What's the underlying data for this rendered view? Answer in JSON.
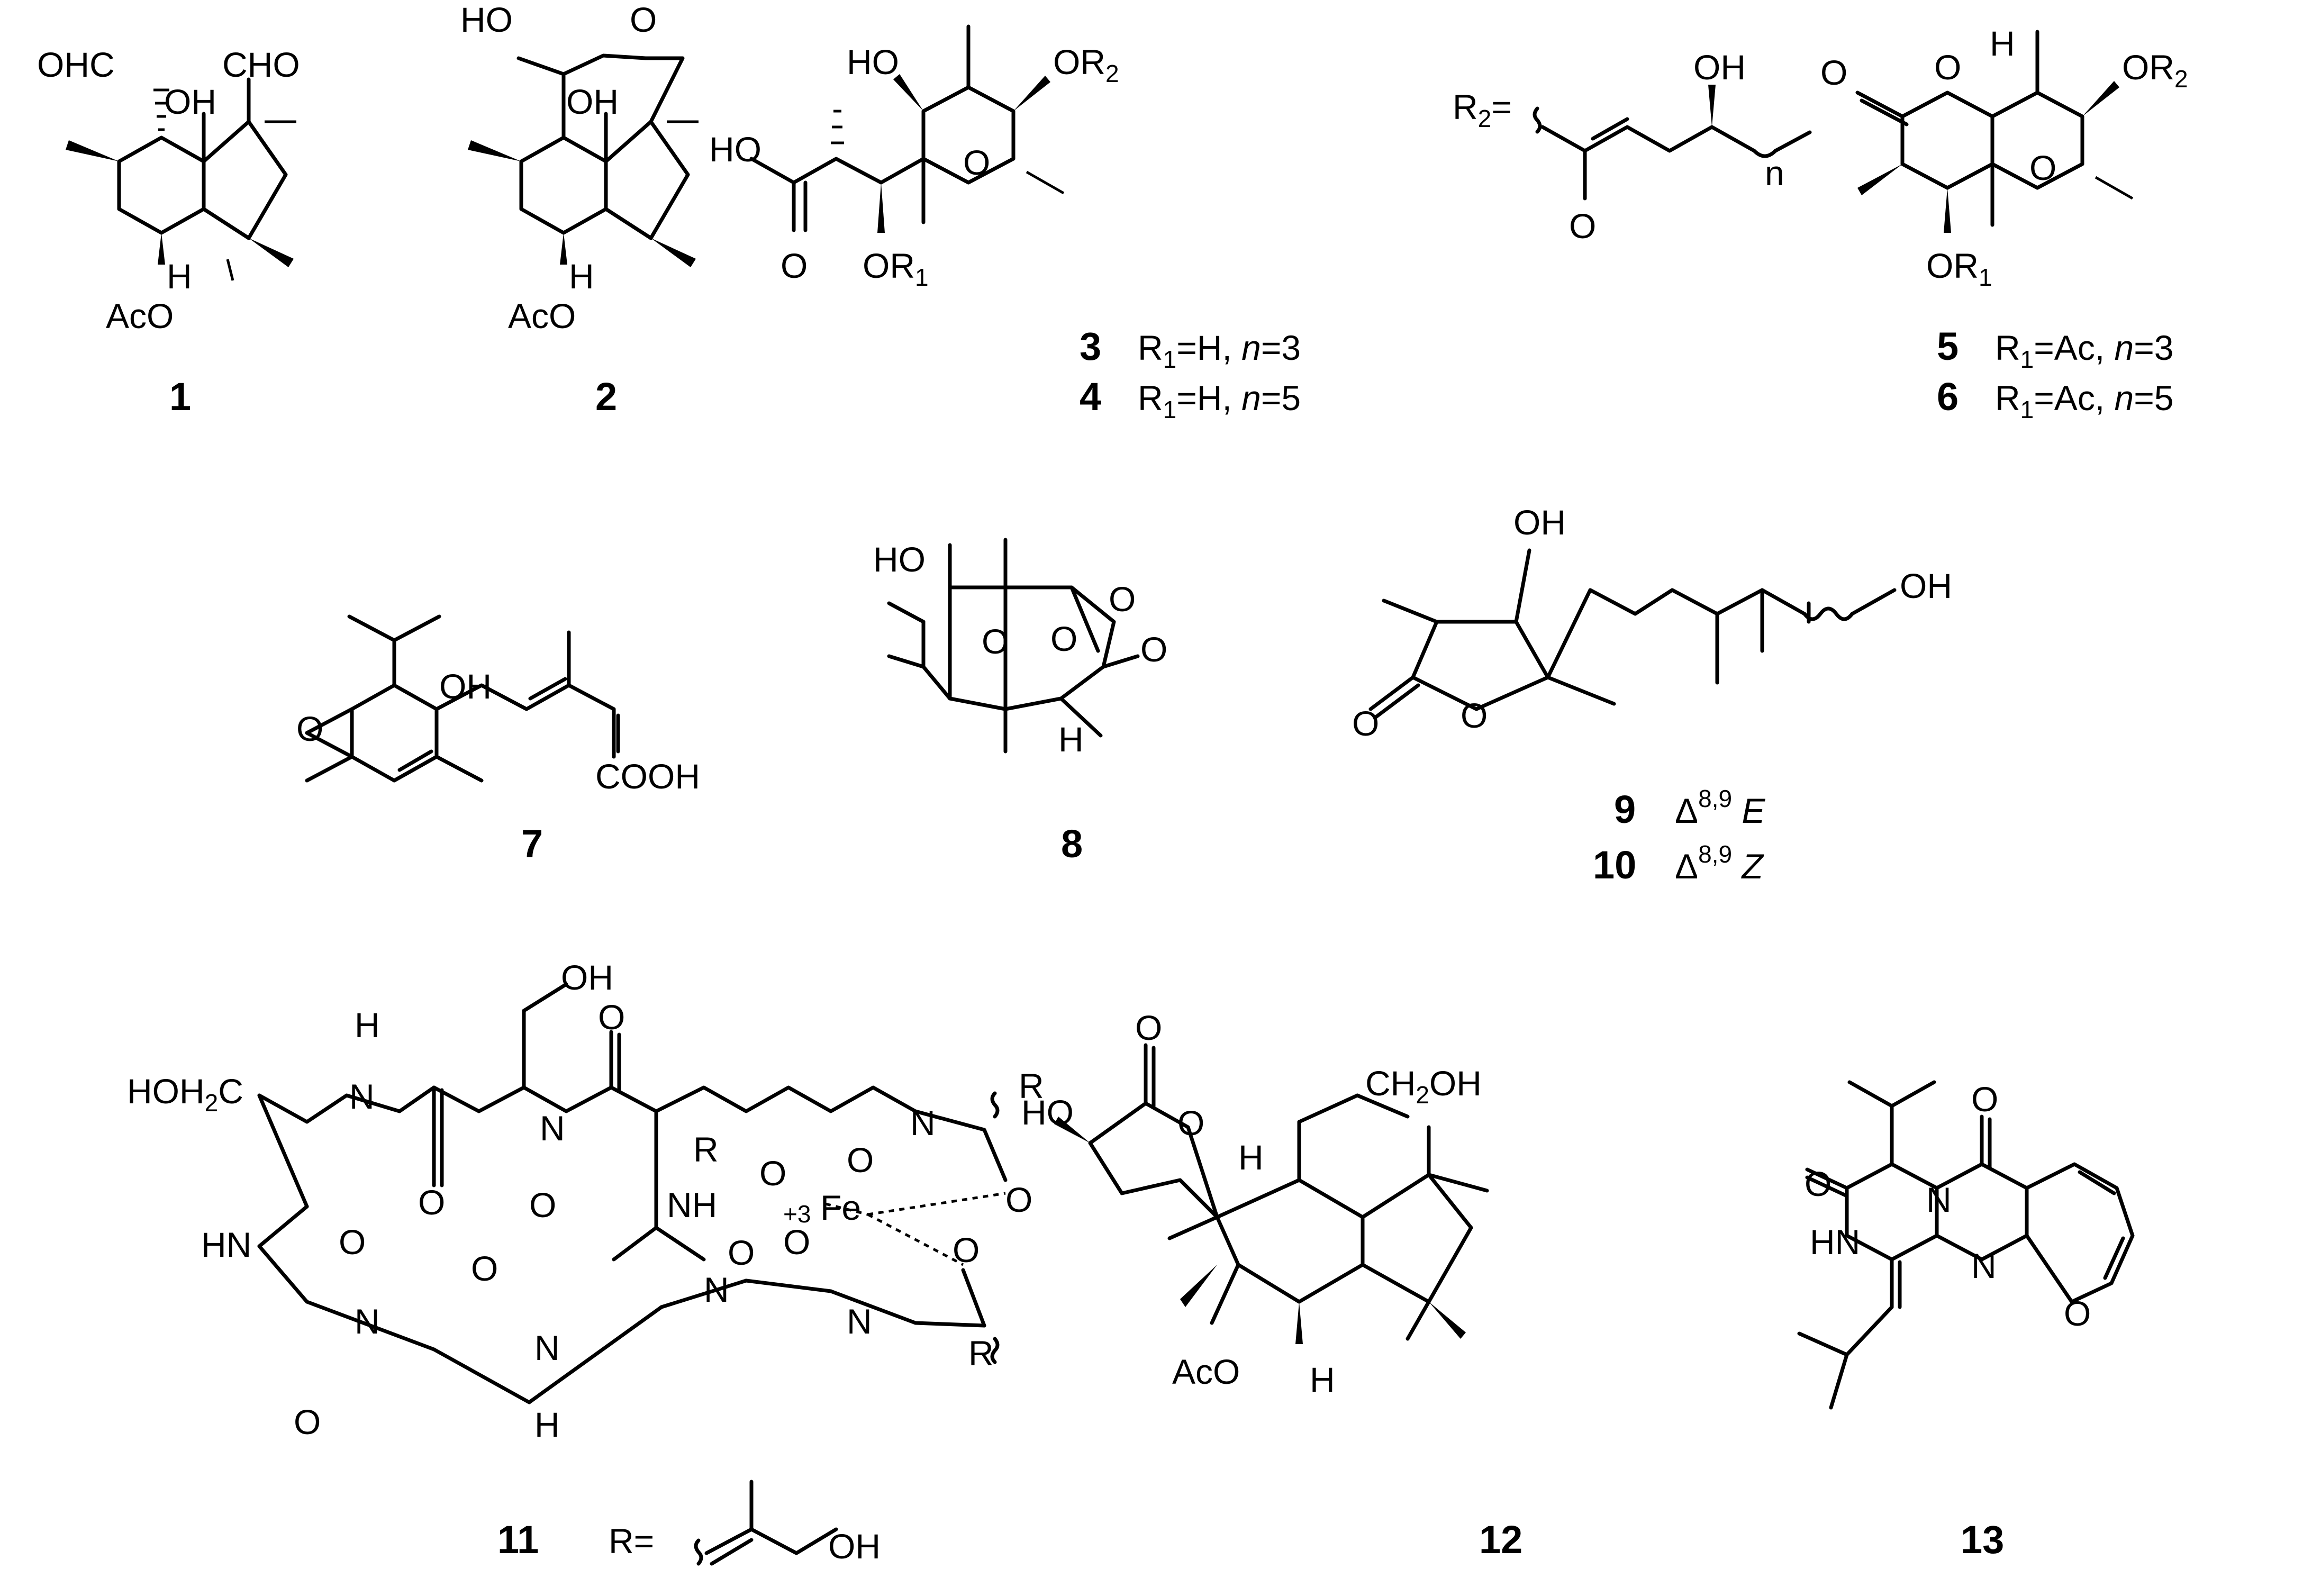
{
  "compounds": [
    {
      "number": "1",
      "caption": ""
    },
    {
      "number": "2",
      "caption": ""
    },
    {
      "number": "3",
      "caption": "R1=H, n=3"
    },
    {
      "number": "4",
      "caption": "R1=H, n=5"
    },
    {
      "number": "5",
      "caption": "R1=Ac, n=3"
    },
    {
      "number": "6",
      "caption": "R1=Ac, n=5"
    },
    {
      "number": "7",
      "caption": ""
    },
    {
      "number": "8",
      "caption": ""
    },
    {
      "number": "9",
      "caption": "Δ8,9 E"
    },
    {
      "number": "10",
      "caption": "Δ8,9 Z"
    },
    {
      "number": "11",
      "caption": "R="
    },
    {
      "number": "12",
      "caption": ""
    },
    {
      "number": "13",
      "caption": ""
    }
  ],
  "atom_labels": {
    "ohc": "OHC",
    "cho": "CHO",
    "oh": "OH",
    "h": "H",
    "aco": "AcO",
    "ho": "HO",
    "o": "O",
    "r2_def": "R2=",
    "n": "n",
    "cooh": "COOH",
    "hoh2c": "HOH2C",
    "hn": "HN",
    "nh": "NH",
    "n_atom": "N",
    "fe": "Fe",
    "fe_charge": "+3",
    "r": "R",
    "ch2oh": "CH2OH"
  },
  "captions": {
    "c3": "R1=H, n=3",
    "c4": "R1=H, n=5",
    "c5": "R1=Ac, n=3",
    "c6": "R1=Ac, n=5",
    "c9": "Δ8,9 E",
    "c10": "Δ8,9 Z",
    "c11": "R="
  }
}
